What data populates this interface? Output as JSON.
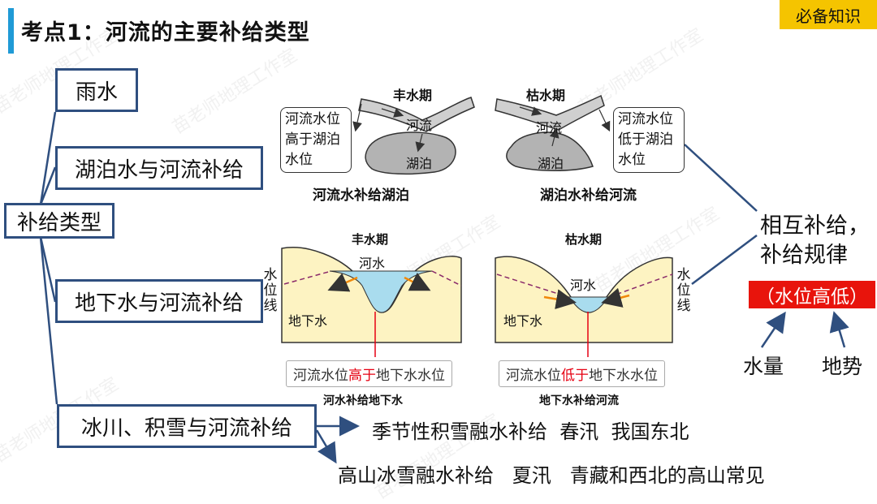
{
  "header": {
    "title": "考点1：河流的主要补给类型",
    "badge": "必备知识"
  },
  "tree": {
    "root": "补给类型",
    "items": [
      "雨水",
      "湖泊水与河流补给",
      "地下水与河流补给",
      "冰川、积雪与河流补给"
    ]
  },
  "lake_diagrams": {
    "left": {
      "period": "丰水期",
      "note_lines": [
        "河流水位",
        "高于湖泊",
        "水位"
      ],
      "river": "河流",
      "lake": "湖泊",
      "caption": "河流水补给湖泊"
    },
    "right": {
      "period": "枯水期",
      "note_lines": [
        "河流水位",
        "低于湖泊",
        "水位"
      ],
      "river": "河流",
      "lake": "湖泊",
      "caption": "湖泊水补给河流"
    }
  },
  "ground_diagrams": {
    "left": {
      "period": "丰水期",
      "river": "河水",
      "groundwater": "地下水",
      "side_label": "水位线",
      "relation_pre": "河流水位",
      "relation_key": "高于",
      "relation_post": "地下水水位",
      "caption": "河水补给地下水"
    },
    "right": {
      "period": "枯水期",
      "river": "河水",
      "groundwater": "地下水",
      "side_label": "水位线",
      "relation_pre": "河流水位",
      "relation_key": "低于",
      "relation_post": "地下水水位",
      "caption": "地下水补给河流"
    }
  },
  "summary": {
    "line1": "相互补给，",
    "line2": "补给规律",
    "key": "（水位高低）",
    "factor1": "水量",
    "factor2": "地势"
  },
  "snow": {
    "line1": "季节性积雪融水补给  春汛  我国东北",
    "line2": "高山冰雪融水补给   夏汛   青藏和西北的高山常见"
  },
  "watermark": "苗老师地理工作室",
  "colors": {
    "accent": "#1f9ad6",
    "box_border": "#2f4f7f",
    "badge": "#f5c400",
    "key_red": "#e8140c",
    "water": "#a9dcee",
    "soil": "#fdf3c2",
    "lake_gray": "#b3b3b3"
  }
}
